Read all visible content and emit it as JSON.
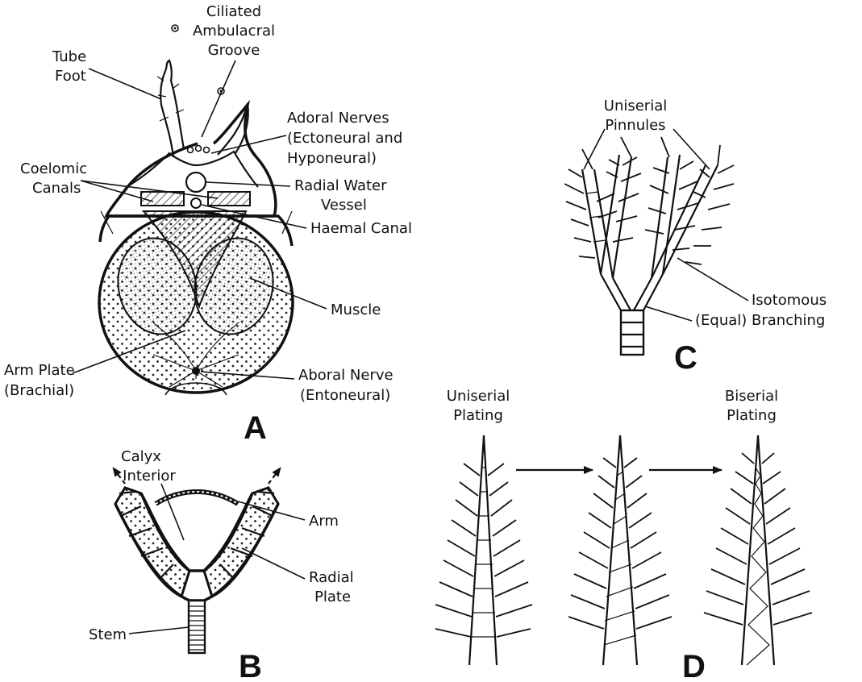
{
  "panels": {
    "A": {
      "letter": "A",
      "labels": {
        "tube_foot": [
          "Tube",
          "Foot"
        ],
        "ciliated": [
          "Ciliated",
          "Ambulacral",
          "Groove"
        ],
        "adoral": [
          "Adoral Nerves",
          "(Ectoneural and",
          "Hyponeural)"
        ],
        "coelomic": [
          "Coelomic",
          "Canals"
        ],
        "radial_water": [
          "Radial Water",
          "Vessel"
        ],
        "haemal": [
          "Haemal Canal"
        ],
        "muscle": [
          "Muscle"
        ],
        "arm_plate": [
          "Arm Plate",
          "(Brachial)"
        ],
        "aboral": [
          "Aboral Nerve",
          "(Entoneural)"
        ]
      }
    },
    "B": {
      "letter": "B",
      "labels": {
        "calyx": [
          "Calyx",
          "Interior"
        ],
        "arm": [
          "Arm"
        ],
        "radial_plate": [
          "Radial",
          "Plate"
        ],
        "stem": [
          "Stem"
        ]
      }
    },
    "C": {
      "letter": "C",
      "labels": {
        "uniserial_pinnules": [
          "Uniserial",
          "Pinnules"
        ],
        "isotomous": [
          "Isotomous",
          "(Equal) Branching"
        ]
      }
    },
    "D": {
      "letter": "D",
      "labels": {
        "uniserial_plating": [
          "Uniserial",
          "Plating"
        ],
        "biserial_plating": [
          "Biserial",
          "Plating"
        ]
      }
    }
  }
}
